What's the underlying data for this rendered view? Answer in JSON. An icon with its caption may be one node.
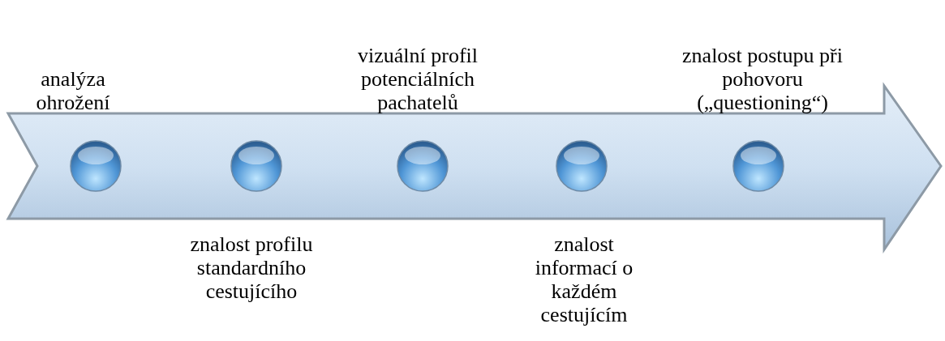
{
  "diagram": {
    "nodes": [
      {
        "text": [],
        "shape": "arrow"
      },
      {
        "text": [],
        "shape": "circle",
        "in": 0,
        "beside": [
          "analýza ohrožení"
        ]
      },
      {
        "text": [],
        "shape": "circle",
        "in": 0,
        "beside": [
          "znalost profilu standardního cestujícího"
        ]
      },
      {
        "text": [],
        "shape": "circle",
        "in": 0,
        "beside": [
          "vizuální profil potenciálních pachatelů"
        ]
      },
      {
        "text": [],
        "shape": "circle",
        "in": 0,
        "beside": [
          "znalost informací o každém cestujícím"
        ]
      },
      {
        "text": [],
        "shape": "circle",
        "in": 0,
        "beside": [
          "znalost postupu při pohovoru („questioning“)"
        ]
      }
    ]
  }
}
